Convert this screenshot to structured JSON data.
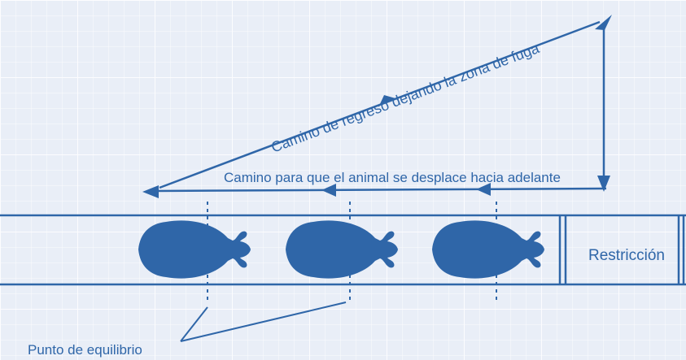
{
  "labels": {
    "return_path": "Camino de regreso dejando la zona de fuga",
    "forward_path": "Camino para que el animal se desplace hacia adelante",
    "restriction": "Restricción",
    "balance_point": "Punto de equilibrio"
  },
  "colors": {
    "background": "#e9eef7",
    "grid": "#ffffff",
    "primary": "#2f66a8"
  },
  "animals": {
    "count": 3,
    "icon": "cow-top-view-icon",
    "direction": "right"
  },
  "balance_point_count": 3
}
